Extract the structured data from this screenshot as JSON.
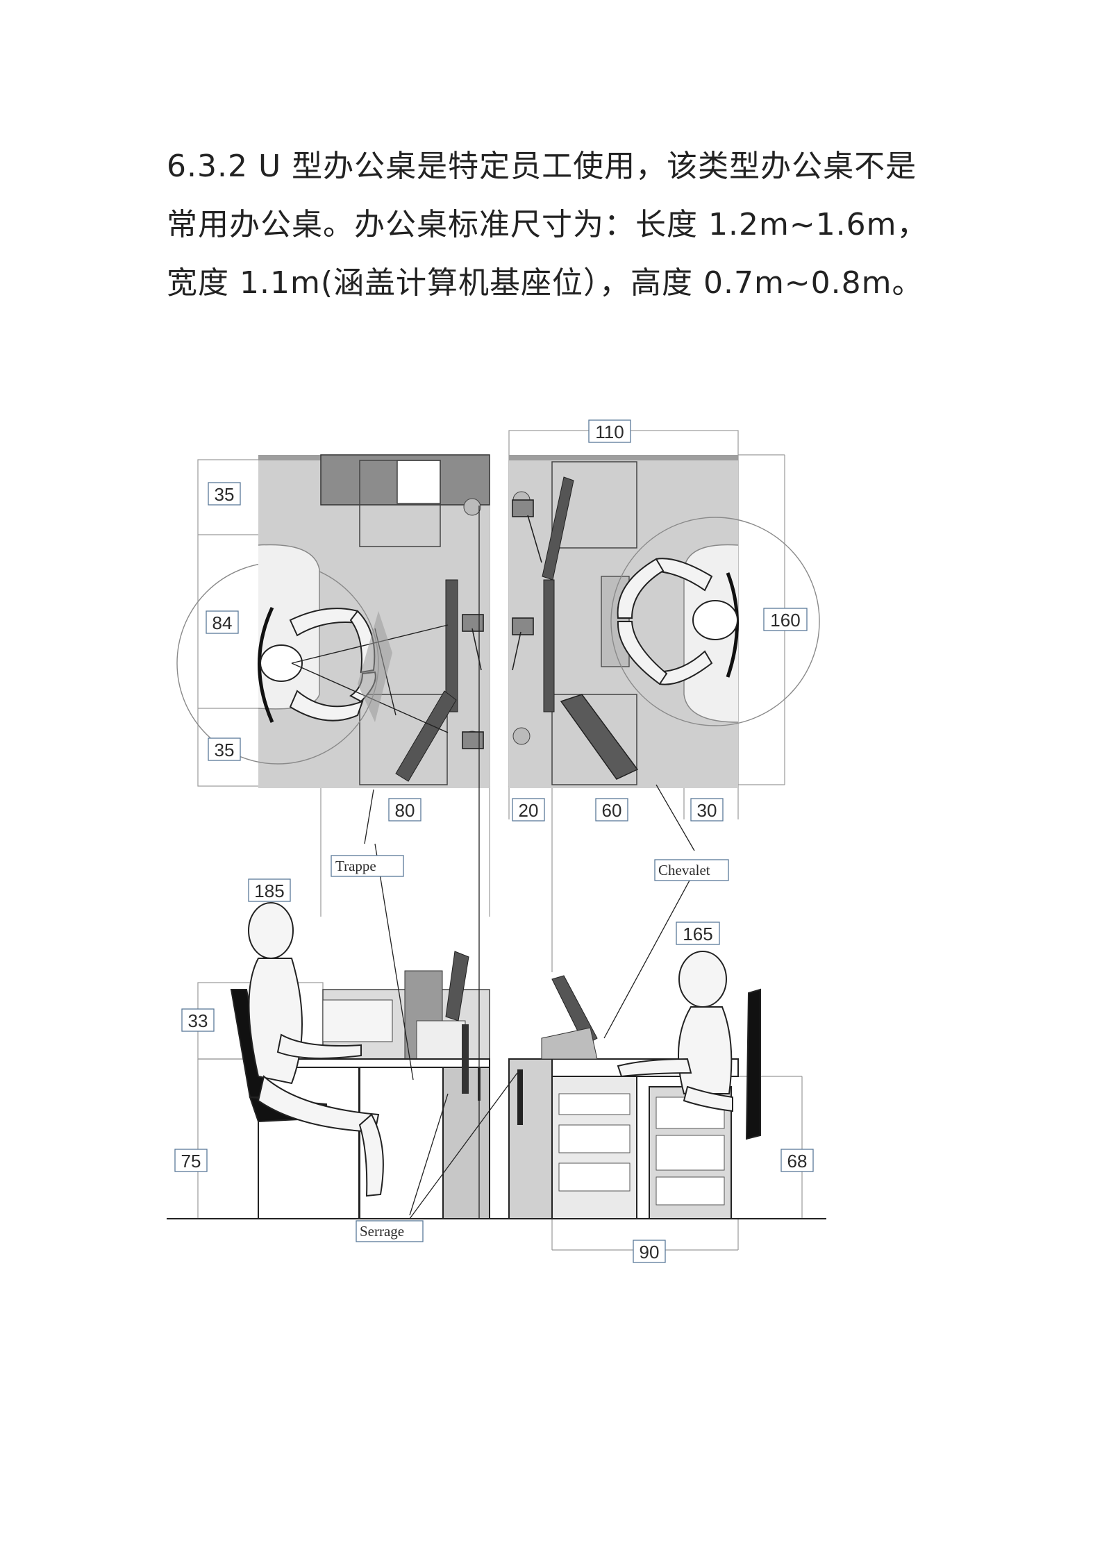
{
  "paragraph": {
    "line1": "6.3.2 U 型办公桌是特定员工使用，该类型办公桌不是",
    "line2": "常用办公桌。办公桌标准尺寸为：长度 1.2m~1.6m，",
    "line3": "宽度 1.1m(涵盖计算机基座位），高度 0.7m~0.8m。"
  },
  "figure": {
    "dims": {
      "d110": "110",
      "d35a": "35",
      "d84": "84",
      "d35b": "35",
      "d160": "160",
      "d80": "80",
      "d20": "20",
      "d60": "60",
      "d30": "30",
      "d185": "185",
      "d165": "165",
      "d33": "33",
      "d75": "75",
      "d68": "68",
      "d90": "90"
    },
    "notes": {
      "trappe": "Trappe",
      "chevalet": "Chevalet",
      "serrage": "Serrage"
    }
  }
}
